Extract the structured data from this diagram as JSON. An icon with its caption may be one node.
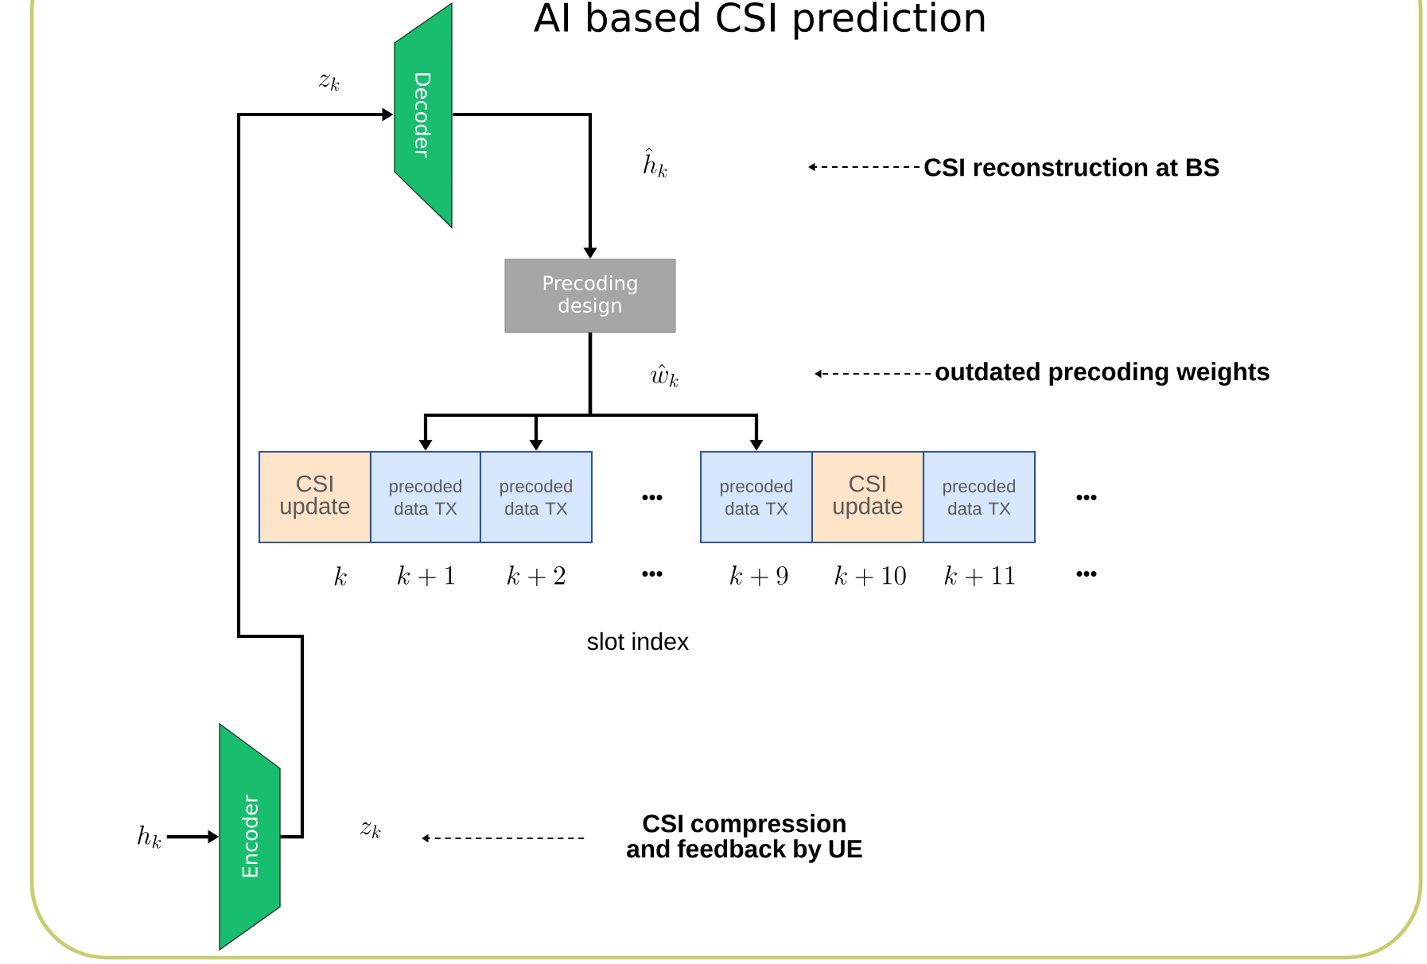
{
  "diagram": {
    "title": "AI based CSI prediction",
    "nodes": [
      {
        "text": [
          "Encoder"
        ]
      },
      {
        "text": [
          "Decoder"
        ]
      },
      {
        "text": [
          "Precoding design"
        ]
      },
      {
        "text": [
          "CSI update"
        ]
      },
      {
        "text": [
          "precoded data TX"
        ]
      },
      {
        "text": [
          "precoded data TX"
        ]
      },
      {
        "text": [
          "precoded data TX"
        ]
      },
      {
        "text": [
          "CSI update"
        ]
      },
      {
        "text": [
          "precoded data TX"
        ]
      },
      {
        "text": [
          "h_k"
        ]
      },
      {
        "text": [
          "CSI reconstruction at BS"
        ]
      },
      {
        "text": [
          "outdated precoding weights"
        ]
      },
      {
        "text": [
          "CSI compression and feedback by UE"
        ]
      }
    ],
    "edges": [
      {
        "from": 9,
        "to": 0,
        "arrow": "to"
      },
      {
        "from": 0,
        "to": 1,
        "arrow": "to",
        "label": "z_k"
      },
      {
        "from": 1,
        "to": 2,
        "arrow": "to",
        "label": "\\hat{h}_k"
      },
      {
        "from": 2,
        "to": 4,
        "arrow": "to",
        "label": "\\hat{w}_k"
      },
      {
        "from": 2,
        "to": 5,
        "arrow": "to"
      },
      {
        "from": 2,
        "to": 6,
        "arrow": "to"
      },
      {
        "from": 10,
        "to": null,
        "arrow": "to",
        "style": "dashed"
      },
      {
        "from": 11,
        "to": null,
        "arrow": "to",
        "style": "dashed"
      },
      {
        "from": 12,
        "to": null,
        "arrow": "to",
        "style": "dashed"
      }
    ],
    "labels": [
      "•••",
      "•••",
      "k",
      "k+1",
      "k+2",
      "•••",
      "k+9",
      "k+10",
      "k+11",
      "•••",
      "slot index",
      "z_k"
    ]
  }
}
